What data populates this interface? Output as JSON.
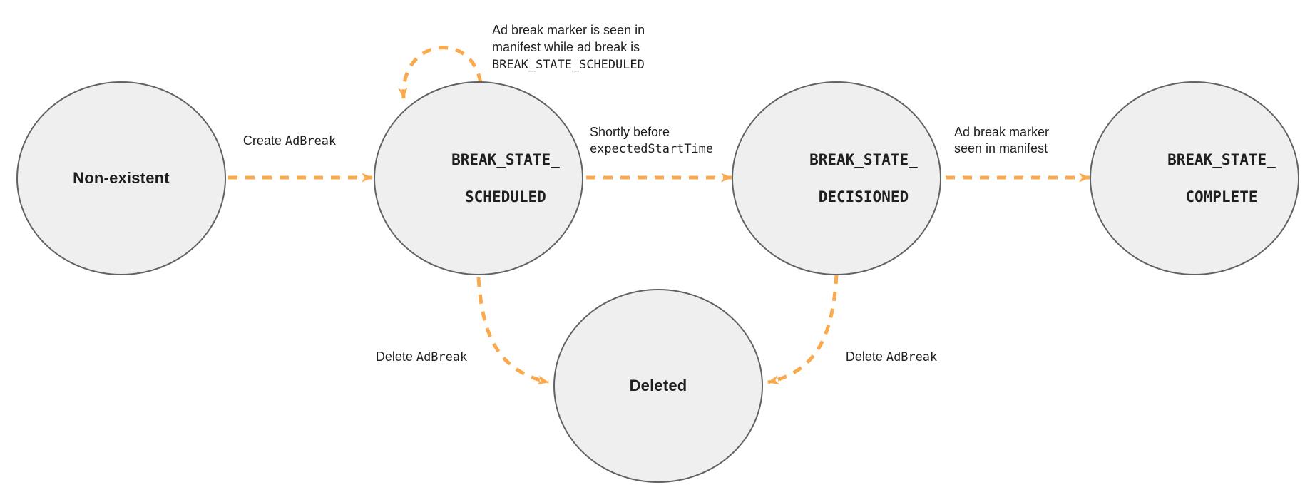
{
  "colors": {
    "accent": "#FBA94D",
    "circle-fill": "#EFEFEF",
    "circle-stroke": "#5F6368",
    "text": "#1F1F1F"
  },
  "states": {
    "non_existent": {
      "label": "Non-existent"
    },
    "scheduled": {
      "line1": "BREAK_STATE_",
      "line2": "SCHEDULED"
    },
    "decisioned": {
      "line1": "BREAK_STATE_",
      "line2": "DECISIONED"
    },
    "complete": {
      "line1": "BREAK_STATE_",
      "line2": "COMPLETE"
    },
    "deleted": {
      "label": "Deleted"
    }
  },
  "edges": {
    "create": {
      "sans": "Create ",
      "code": "AdBreak"
    },
    "self_loop": {
      "line1": "Ad break marker is seen in",
      "line2": "manifest while ad break is",
      "line3": "BREAK_STATE_SCHEDULED"
    },
    "shortly": {
      "line1": "Shortly before",
      "line2": "expectedStartTime"
    },
    "marker_seen": {
      "line1": "Ad break marker",
      "line2": "seen in manifest"
    },
    "delete_left": {
      "sans": "Delete ",
      "code": "AdBreak"
    },
    "delete_right": {
      "sans": "Delete ",
      "code": "AdBreak"
    }
  }
}
